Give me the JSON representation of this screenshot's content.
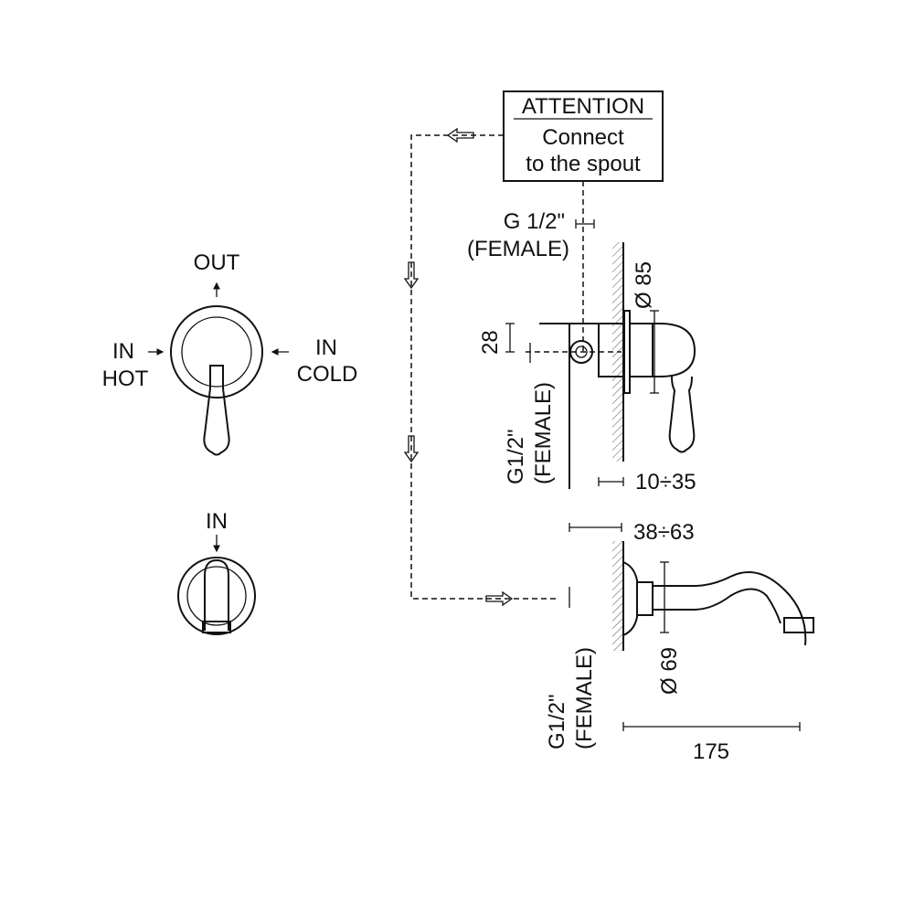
{
  "attention_box": {
    "title": "ATTENTION",
    "line1": "Connect",
    "line2": "to the spout"
  },
  "mixer_side_view": {
    "inlet_label_top": "G 1/2\"",
    "inlet_label_bottom": "(FEMALE)",
    "dim_diameter": "Ø 85",
    "dim_height": "28",
    "outlet_label_top": "G1/2\"",
    "outlet_label_bottom": "(FEMALE)",
    "dim_depth": "10÷35"
  },
  "spout_side_view": {
    "dim_depth": "38÷63",
    "inlet_label_top": "G1/2\"",
    "inlet_label_bottom": "(FEMALE)",
    "dim_diameter": "Ø 69",
    "dim_length": "175"
  },
  "mixer_front_view": {
    "out": "OUT",
    "in_hot_1": "IN",
    "in_hot_2": "HOT",
    "in_cold_1": "IN",
    "in_cold_2": "COLD"
  },
  "spout_front_view": {
    "in": "IN"
  },
  "colors": {
    "line": "#111111",
    "background": "#ffffff"
  }
}
